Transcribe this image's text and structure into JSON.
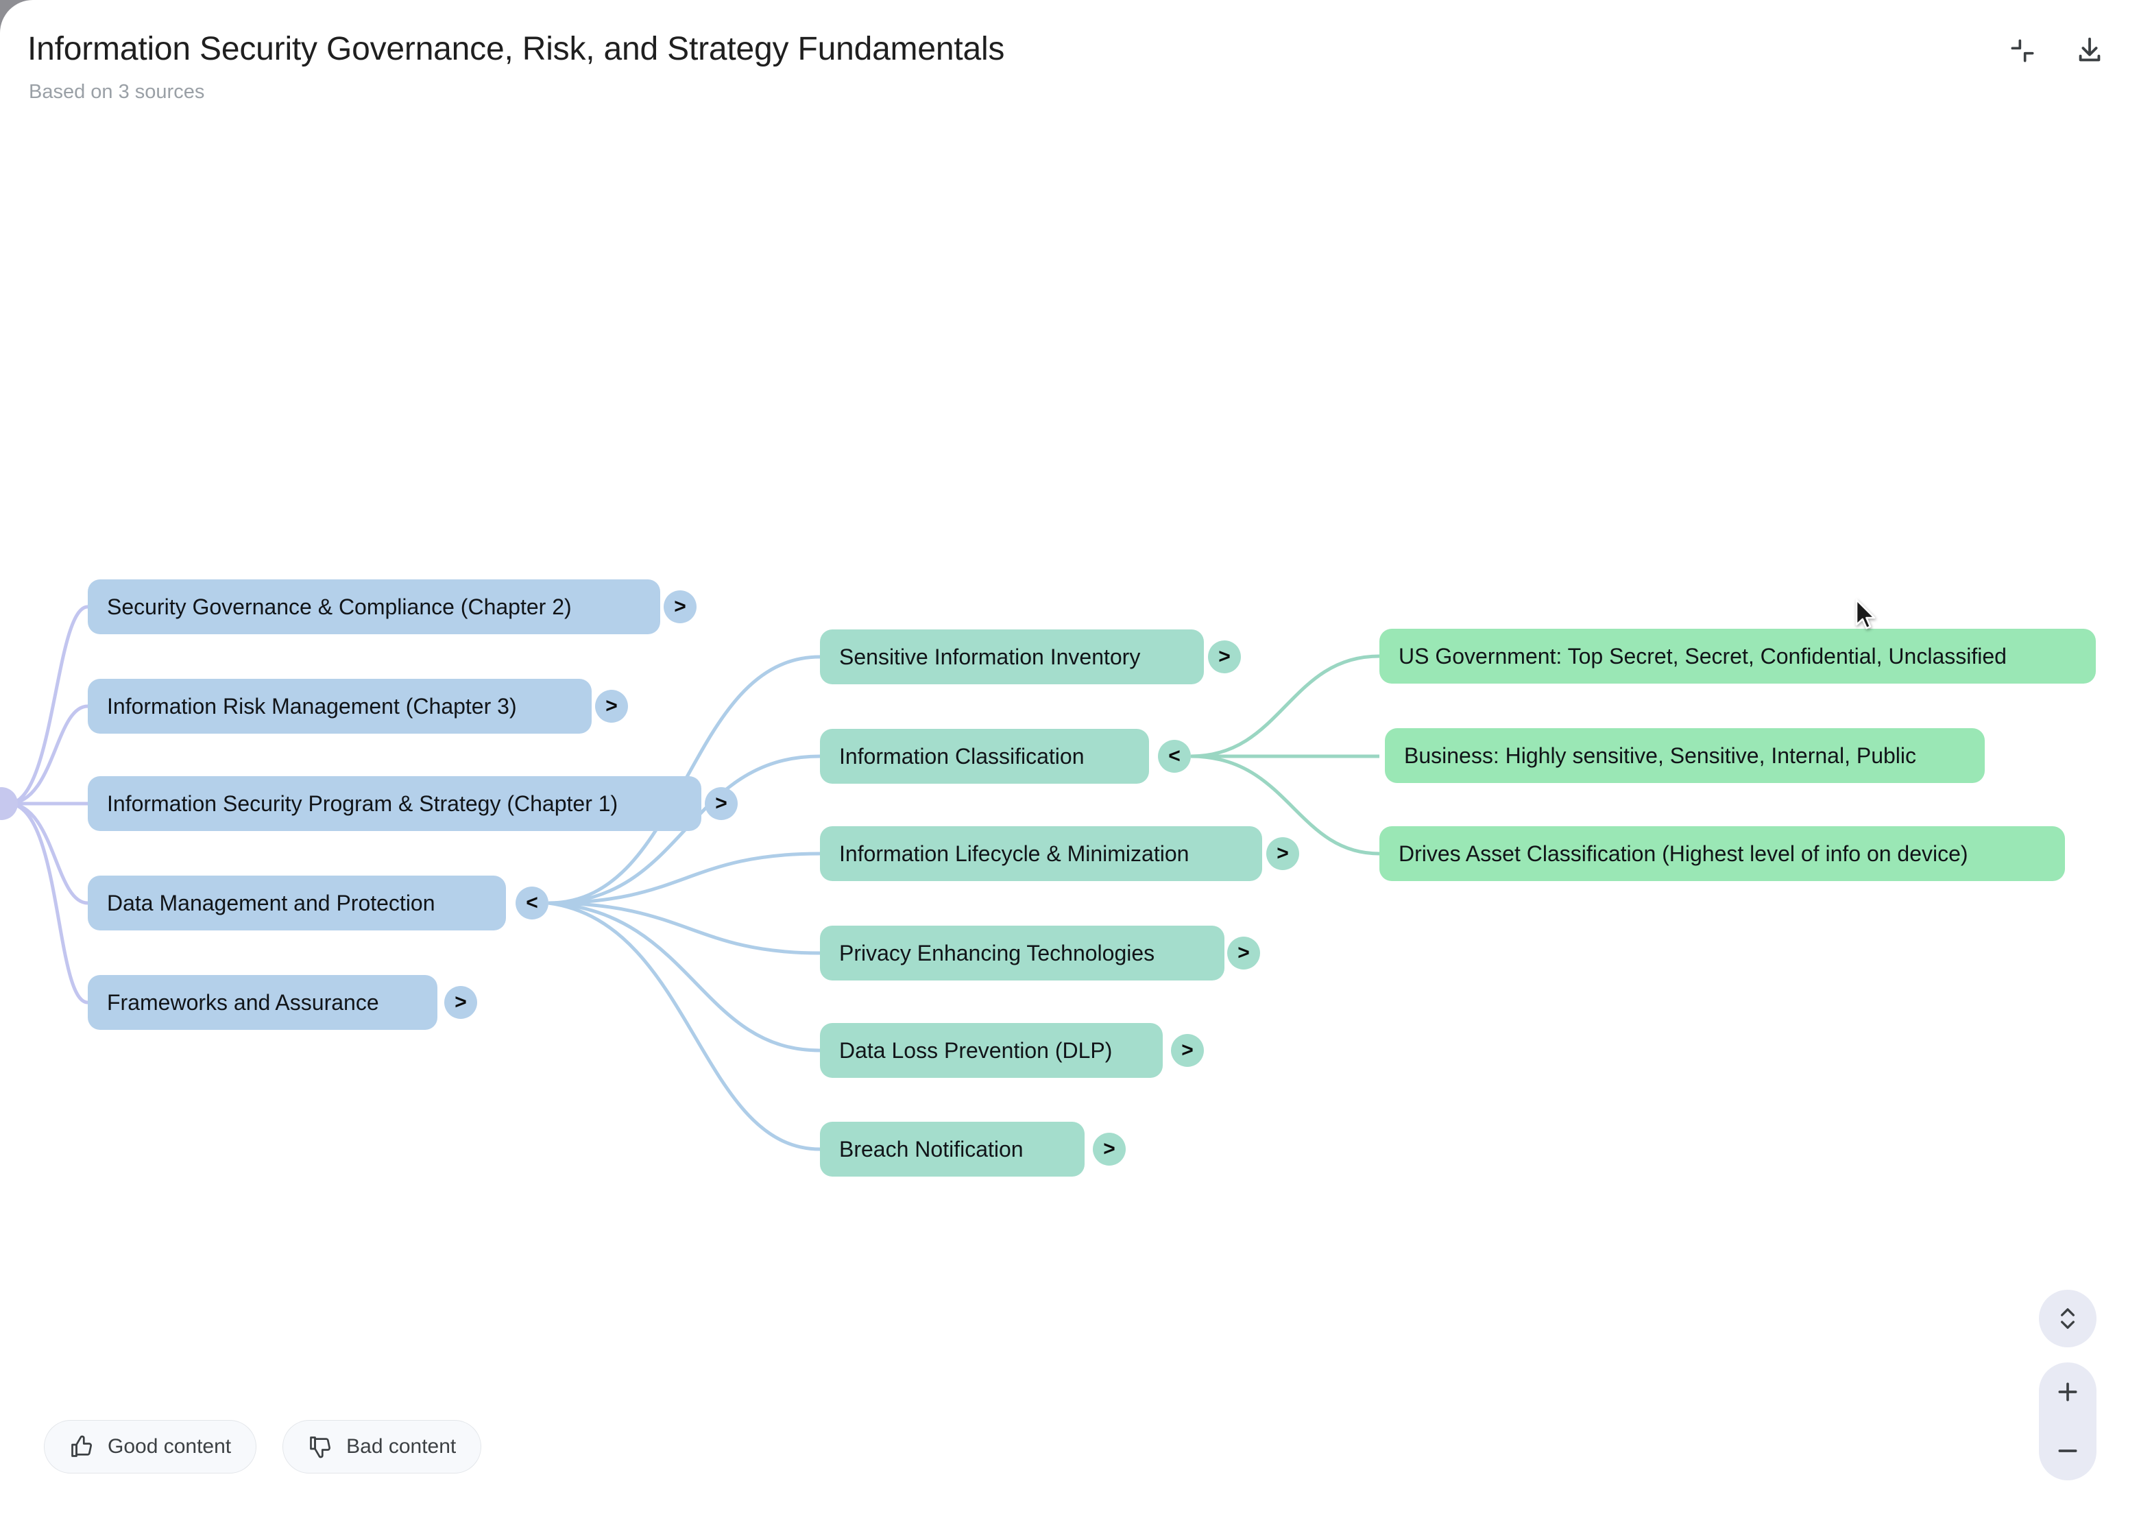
{
  "header": {
    "title": "Information Security Governance, Risk, and Strategy Fundamentals",
    "subtitle": "Based on 3 sources",
    "collapse_icon": "collapse-corners-icon",
    "download_icon": "download-icon"
  },
  "mindmap": {
    "root": {
      "label": ""
    },
    "level1_color": "#b4d0ea",
    "level2_color": "#a4ddcc",
    "level3_color": "#9ae7b5",
    "level1": [
      {
        "label": "Security Governance & Compliance (Chapter 2)",
        "toggle": ">"
      },
      {
        "label": "Information Risk Management (Chapter 3)",
        "toggle": ">"
      },
      {
        "label": "Information Security Program & Strategy (Chapter 1)",
        "toggle": ">"
      },
      {
        "label": "Data Management and Protection",
        "toggle": "<"
      },
      {
        "label": "Frameworks and Assurance",
        "toggle": ">"
      }
    ],
    "level2": [
      {
        "label": "Sensitive Information Inventory",
        "toggle": ">"
      },
      {
        "label": "Information Classification",
        "toggle": "<"
      },
      {
        "label": "Information Lifecycle & Minimization",
        "toggle": ">"
      },
      {
        "label": "Privacy Enhancing Technologies",
        "toggle": ">"
      },
      {
        "label": "Data Loss Prevention (DLP)",
        "toggle": ">"
      },
      {
        "label": "Breach Notification",
        "toggle": ">"
      }
    ],
    "level3": [
      {
        "label": "US Government: Top Secret, Secret, Confidential, Unclassified"
      },
      {
        "label": "Business: Highly sensitive, Sensitive, Internal, Public"
      },
      {
        "label": "Drives Asset Classification (Highest level of info on device)"
      }
    ]
  },
  "feedback": {
    "good_label": "Good content",
    "bad_label": "Bad content",
    "good_icon": "thumb-up-icon",
    "bad_icon": "thumb-down-icon"
  },
  "zoom_controls": {
    "fit_icon": "expand-vertical-icon",
    "zoom_in_icon": "plus-icon",
    "zoom_out_icon": "minus-icon"
  }
}
